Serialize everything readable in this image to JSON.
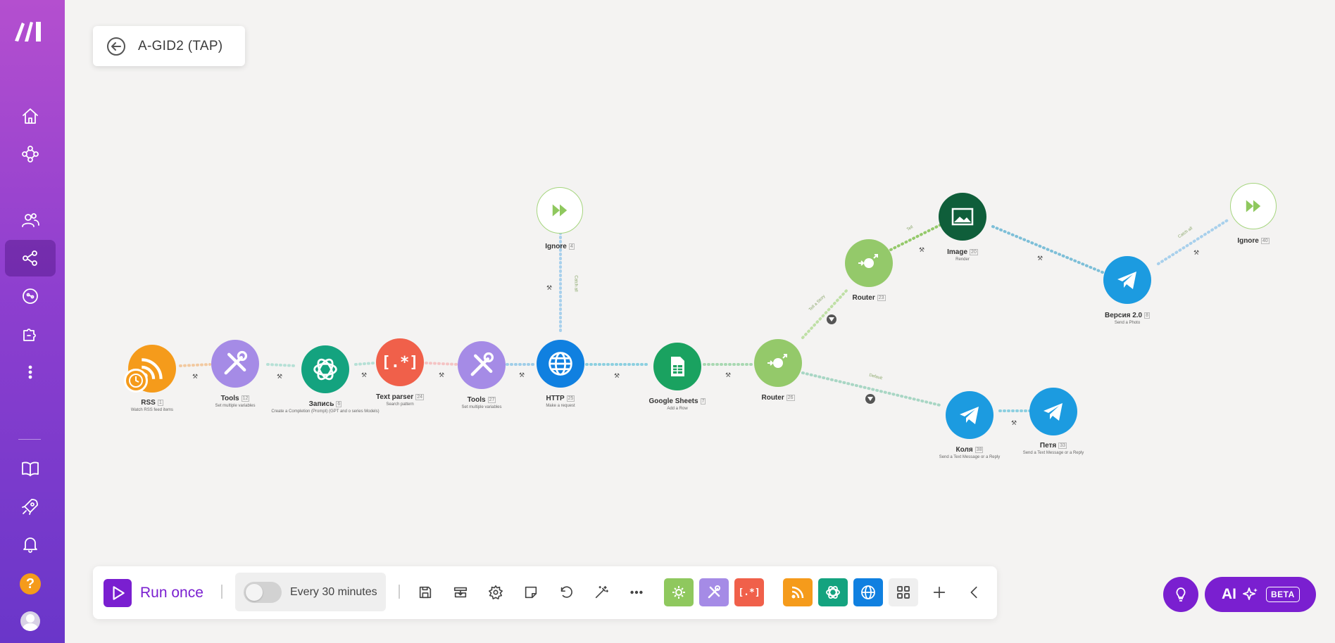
{
  "title_card": {
    "title": "A-GID2 (TAP)",
    "back_icon": "arrow-left-circle-icon"
  },
  "sidebar": {
    "logo_icon": "make-logo-icon",
    "items": [
      {
        "icon": "home-icon"
      },
      {
        "icon": "templates-icon"
      },
      {
        "icon": "team-icon"
      },
      {
        "icon": "scenarios-icon",
        "active": true
      },
      {
        "icon": "connections-icon"
      },
      {
        "icon": "apps-puzzle-icon"
      },
      {
        "icon": "more-vertical-icon"
      },
      {
        "icon": "book-icon"
      },
      {
        "icon": "rocket-icon"
      },
      {
        "icon": "bell-icon"
      }
    ],
    "help_label": "?"
  },
  "nodes": {
    "rss": {
      "name": "RSS",
      "num": "1",
      "sub": "Watch RSS feed items",
      "color": "#f59b1b"
    },
    "tools1": {
      "name": "Tools",
      "num": "12",
      "sub": "Set multiple variables",
      "color": "#a58be6"
    },
    "zapis": {
      "name": "Запись",
      "num": "6",
      "sub": "Create a Completion (Prompt) (GPT and o series Models)",
      "color": "#14a37f"
    },
    "textparser": {
      "name": "Text parser",
      "num": "24",
      "sub": "Search pattern",
      "color": "#f0604a"
    },
    "tools2": {
      "name": "Tools",
      "num": "27",
      "sub": "Set multiple variables",
      "color": "#a58be6"
    },
    "http": {
      "name": "HTTP",
      "num": "25",
      "sub": "Make a request",
      "color": "#1080e0"
    },
    "ignore1": {
      "name": "Ignore",
      "num": "4",
      "sub": "",
      "color": "#8fc85e"
    },
    "gsheets": {
      "name": "Google Sheets",
      "num": "7",
      "sub": "Add a Row",
      "color": "#1aa260"
    },
    "router1": {
      "name": "Router",
      "num": "26",
      "sub": "",
      "color": "#94c96a"
    },
    "router2": {
      "name": "Router",
      "num": "23",
      "sub": "",
      "color": "#94c96a"
    },
    "image": {
      "name": "Image",
      "num": "20",
      "sub": "Render",
      "color": "#0f5e3a"
    },
    "version": {
      "name": "Версия 2.0",
      "num": "8",
      "sub": "Send a Photo",
      "color": "#1c9be0"
    },
    "ignore2": {
      "name": "Ignore",
      "num": "40",
      "sub": "",
      "color": "#8fc85e"
    },
    "kolya": {
      "name": "Коля",
      "num": "38",
      "sub": "Send a Text Message or a Reply",
      "color": "#1c9be0"
    },
    "petya": {
      "name": "Петя",
      "num": "33",
      "sub": "Send a Text Message or a Reply",
      "color": "#1c9be0"
    }
  },
  "route_labels": {
    "http_ignore": "Catch all",
    "router_up": "Tell a Story",
    "router_image": "Tell",
    "router_down": "Default",
    "version_ignore": "Catch all"
  },
  "toolbar": {
    "run_label": "Run once",
    "schedule_label": "Every 30 minutes",
    "schedule_enabled": false,
    "icons": [
      "save-icon",
      "import-blueprint-icon",
      "settings-gear-icon",
      "notes-icon",
      "undo-icon",
      "auto-align-wand-icon",
      "more-horizontal-icon"
    ],
    "modules": [
      {
        "icon": "flow-control-icon",
        "color": "#8fc85e"
      },
      {
        "icon": "tools-icon",
        "color": "#a58be6"
      },
      {
        "icon": "text-parser-icon",
        "color": "#f0604a"
      },
      {
        "icon": "rss-icon",
        "color": "#f59b1b"
      },
      {
        "icon": "openai-icon",
        "color": "#14a37f"
      },
      {
        "icon": "http-globe-icon",
        "color": "#1080e0"
      },
      {
        "icon": "grid-apps-icon",
        "color": "#efefef"
      }
    ]
  },
  "ai_button": {
    "label": "AI",
    "badge": "BETA"
  }
}
